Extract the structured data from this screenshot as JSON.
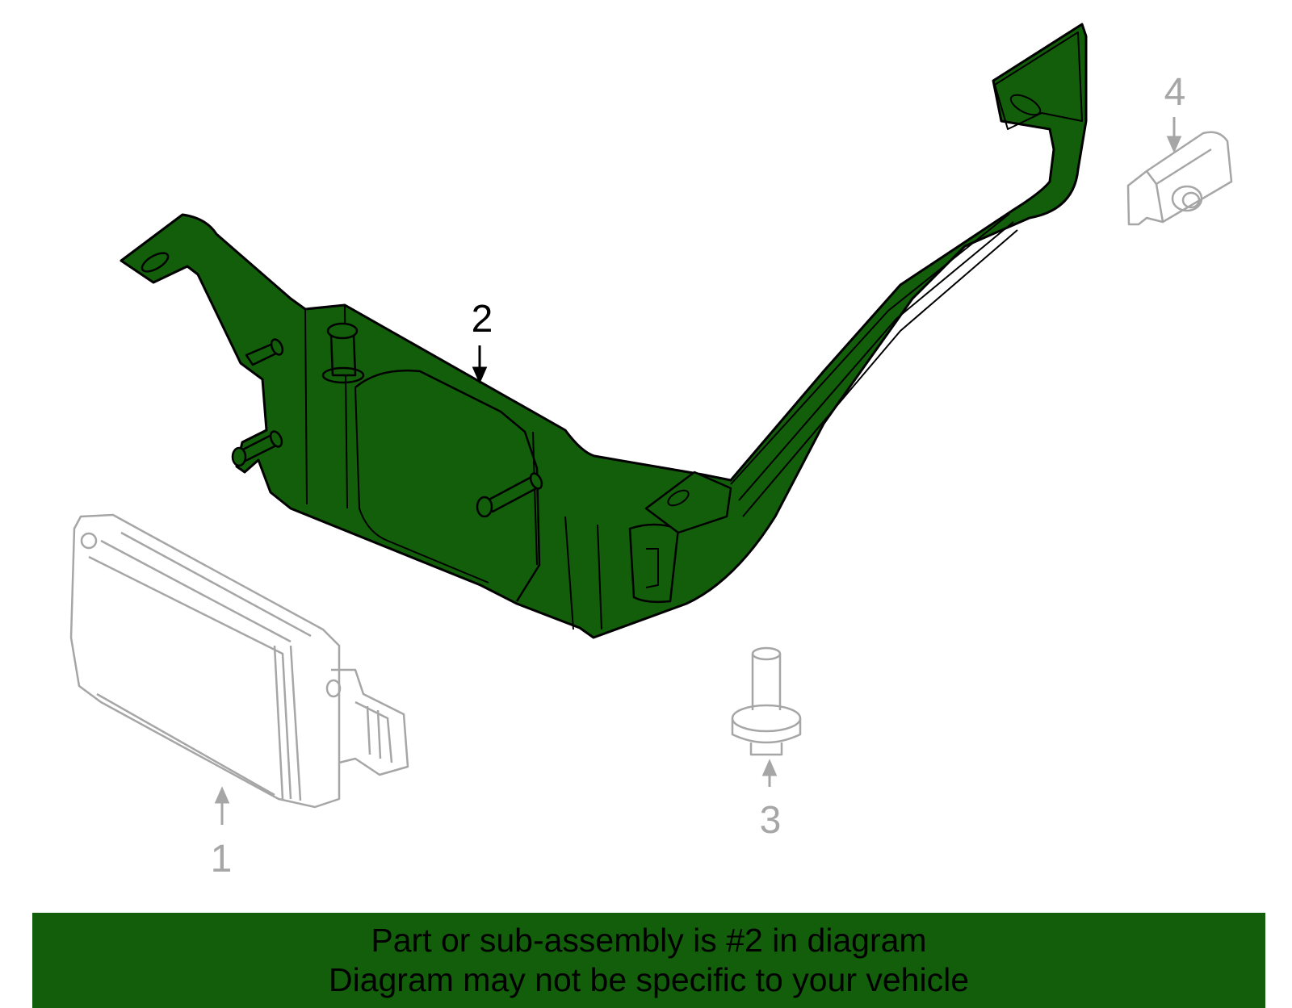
{
  "colors": {
    "highlight_fill": "#135e0a",
    "highlight_stroke": "#000000",
    "ghost_stroke": "#a6a6a6",
    "banner_background": "#135e0a",
    "banner_text": "#000000"
  },
  "diagram": {
    "highlighted_callout": "2",
    "callouts": [
      {
        "number": "1",
        "part": "module"
      },
      {
        "number": "2",
        "part": "bracket"
      },
      {
        "number": "3",
        "part": "bolt"
      },
      {
        "number": "4",
        "part": "clip"
      }
    ]
  },
  "banner": {
    "line1": "Part or sub-assembly is #2 in diagram",
    "line2": "Diagram may not be specific to your vehicle"
  }
}
